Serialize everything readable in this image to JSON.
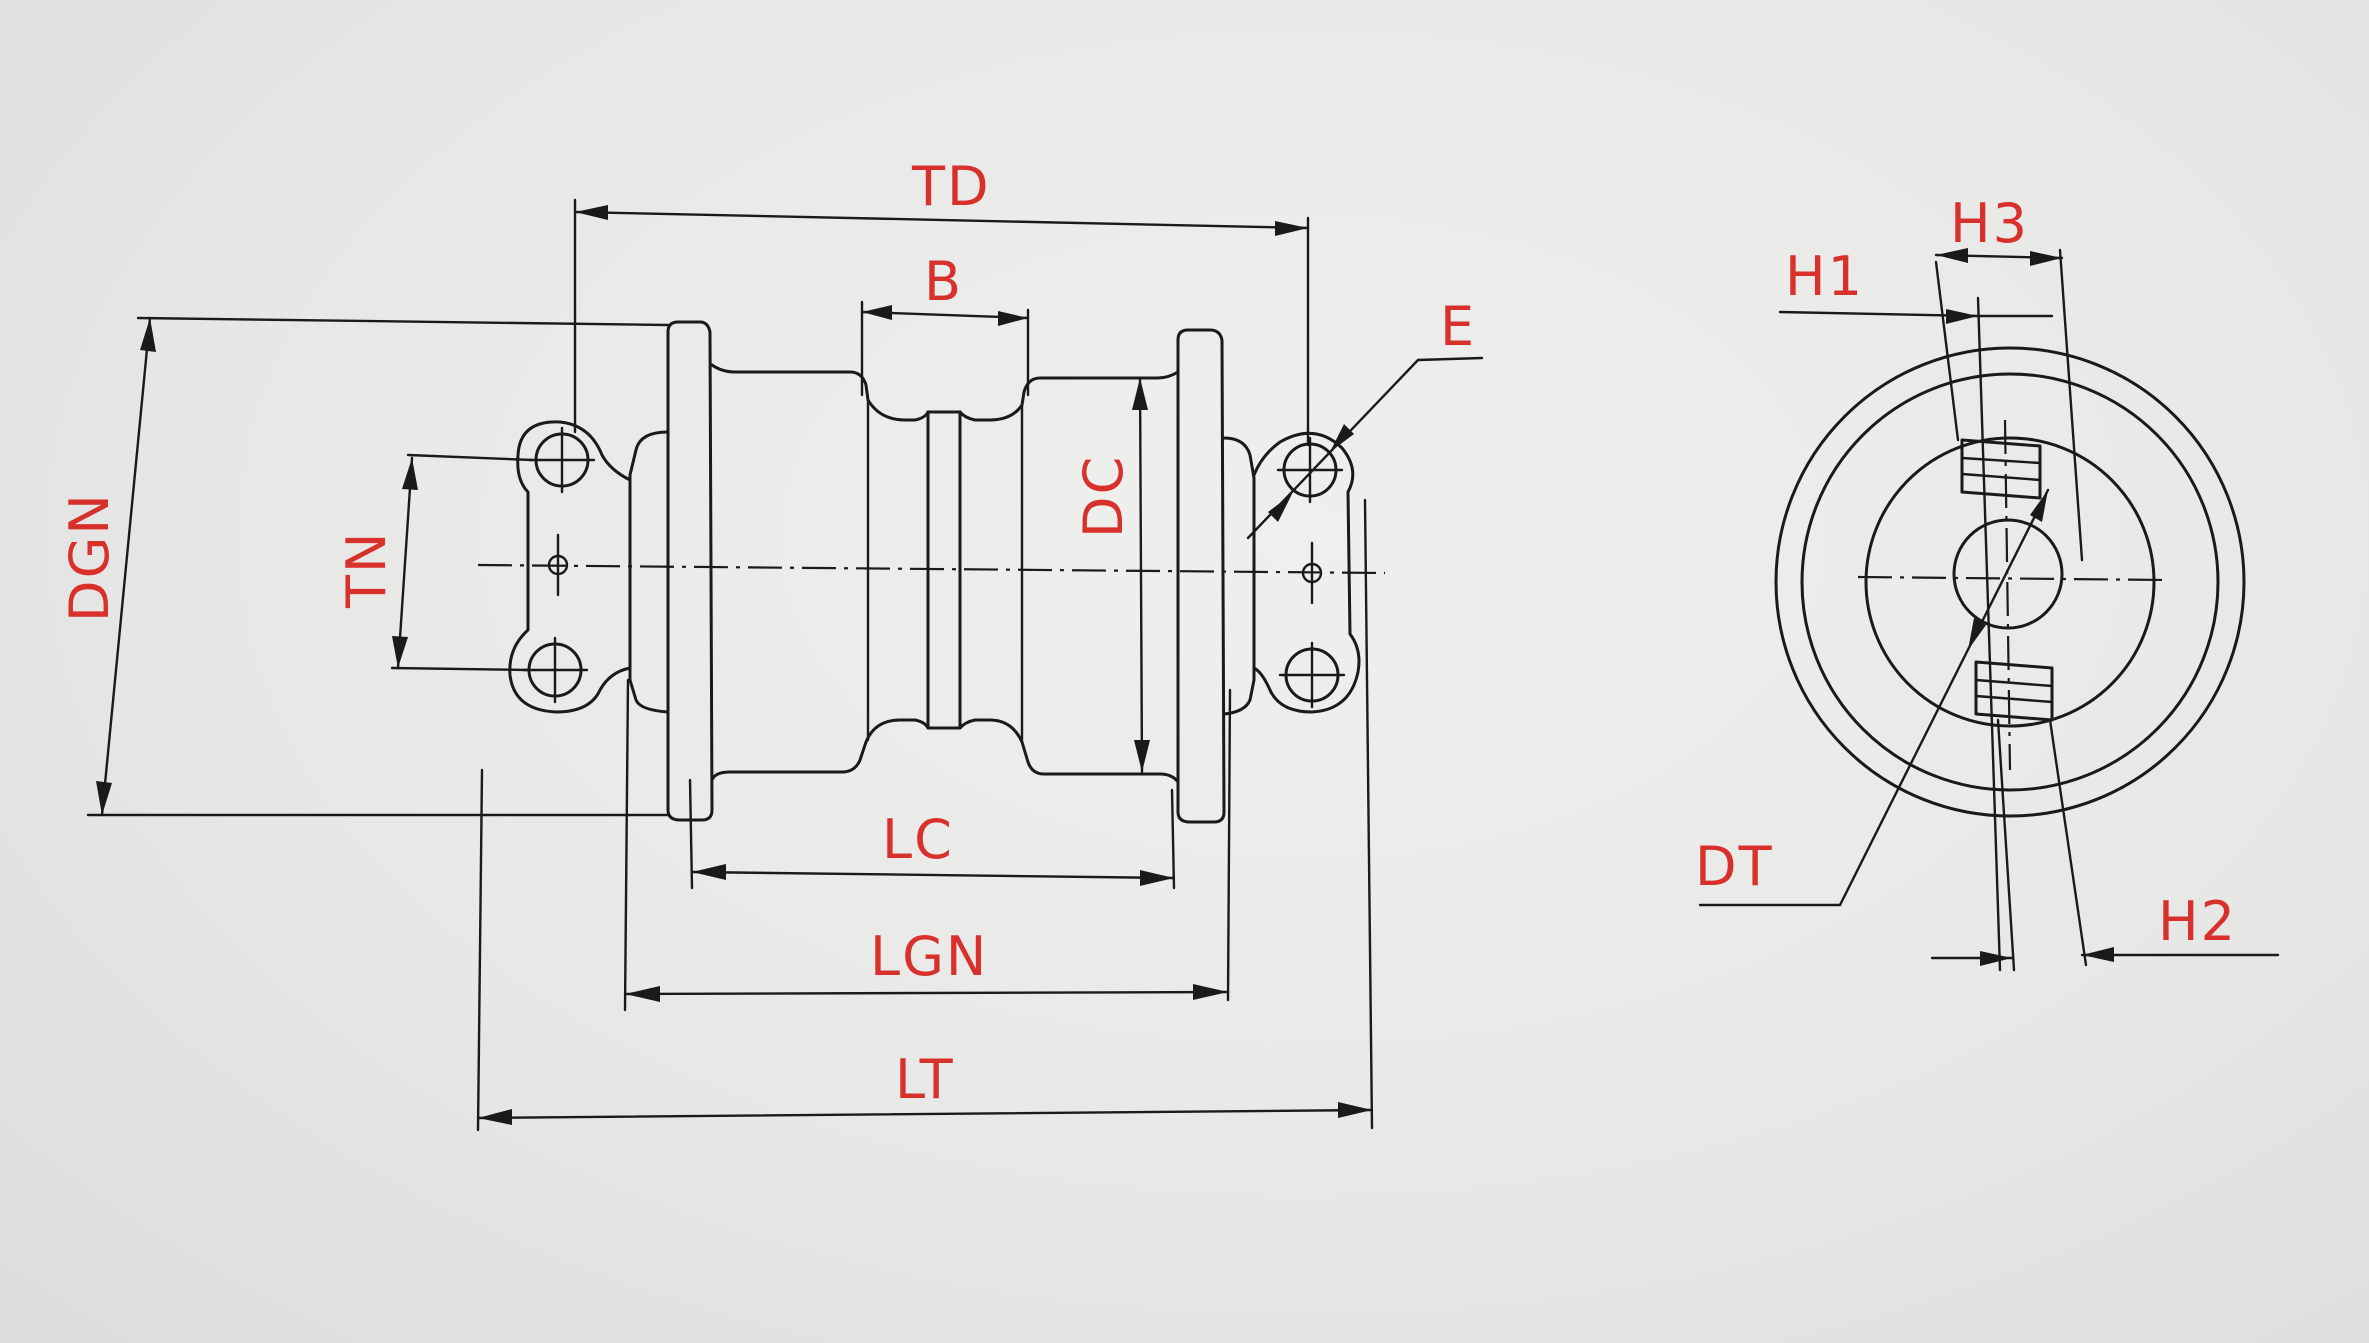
{
  "labels": {
    "td": "TD",
    "b": "B",
    "e": "E",
    "dgn": "DGN",
    "tn": "TN",
    "dc": "DC",
    "lc": "LC",
    "lgn": "LGN",
    "lt": "LT",
    "h1": "H1",
    "h3": "H3",
    "dt": "DT",
    "h2": "H2"
  },
  "colors": {
    "paper": "#e9e9e7",
    "line": "#1a1a1a",
    "label": "#d8302b"
  }
}
